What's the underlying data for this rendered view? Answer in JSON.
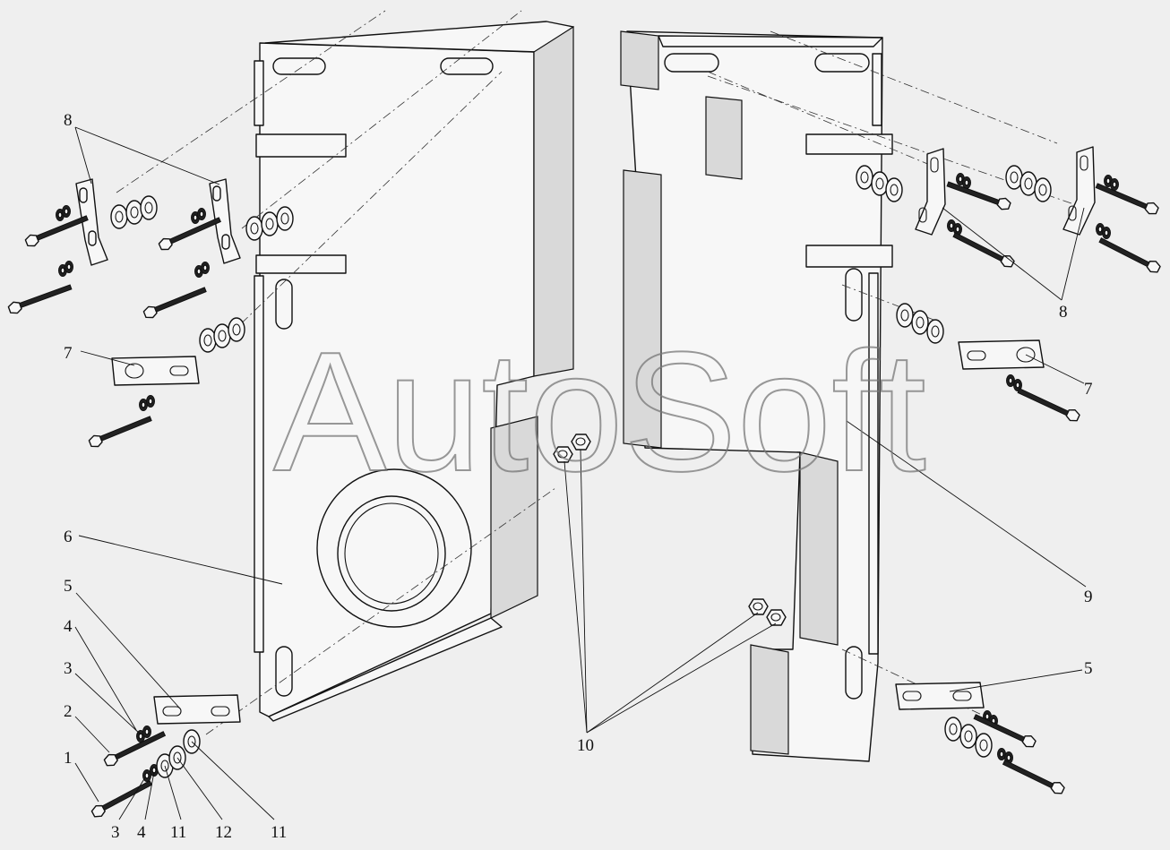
{
  "watermark": "AutoSoft",
  "callouts": {
    "c1": "1",
    "c2": "2",
    "c3a": "3",
    "c3b": "3",
    "c4a": "4",
    "c4b": "4",
    "c5a": "5",
    "c5b": "5",
    "c6": "6",
    "c7a": "7",
    "c7b": "7",
    "c8a": "8",
    "c8b": "8",
    "c9": "9",
    "c10": "10",
    "c11a": "11",
    "c11b": "11",
    "c12": "12"
  },
  "colors": {
    "background": "#efefef",
    "line": "#111111"
  }
}
